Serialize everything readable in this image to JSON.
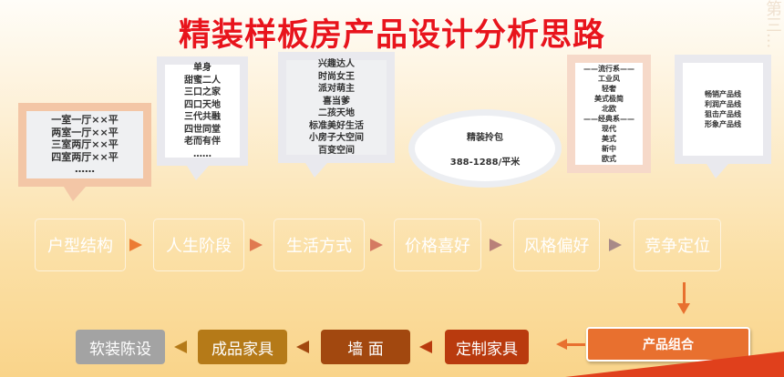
{
  "title": "精装样板房产品设计分析思路",
  "callouts": {
    "layout": [
      "一室一厅××平",
      "两室一厅××平",
      "三室两厅××平",
      "四室两厅××平",
      "……"
    ],
    "life_stage": [
      "单身",
      "甜蜜二人",
      "三口之家",
      "四口天地",
      "三代共融",
      "四世同堂",
      "老而有伴",
      "……"
    ],
    "lifestyle": [
      "兴趣达人",
      "时尚女王",
      "派对萌主",
      "喜当爹",
      "二孩天地",
      "标准美好生活",
      "小房子大空间",
      "百变空间"
    ],
    "price": {
      "name": "精装拎包",
      "range": "388-1288/平米"
    },
    "style": [
      "——流行系——",
      "工业风",
      "轻奢",
      "美式极简",
      "北欧",
      "——经典系——",
      "现代",
      "美式",
      "新中",
      "欧式"
    ],
    "competition": [
      "畅销产品线",
      "利润产品线",
      "狙击产品线",
      "形象产品线"
    ]
  },
  "steps": [
    {
      "label": "户型结构",
      "color": "#ec7b33"
    },
    {
      "label": "人生阶段",
      "color": "#e07950"
    },
    {
      "label": "生活方式",
      "color": "#d47a62"
    },
    {
      "label": "价格喜好",
      "color": "#b98079"
    },
    {
      "label": "风格偏好",
      "color": "#a88a88"
    },
    {
      "label": "竞争定位",
      "color": "#9e9e9e"
    }
  ],
  "product_combo": "产品组合",
  "bottom": [
    {
      "label": "定制家具",
      "color": "#b93a0e"
    },
    {
      "label": "墙 面",
      "color": "#a2480f"
    },
    {
      "label": "成品家具",
      "color": "#b57a18"
    },
    {
      "label": "软装陈设",
      "color": "#a3a3a3"
    }
  ],
  "watermark": "第三..."
}
